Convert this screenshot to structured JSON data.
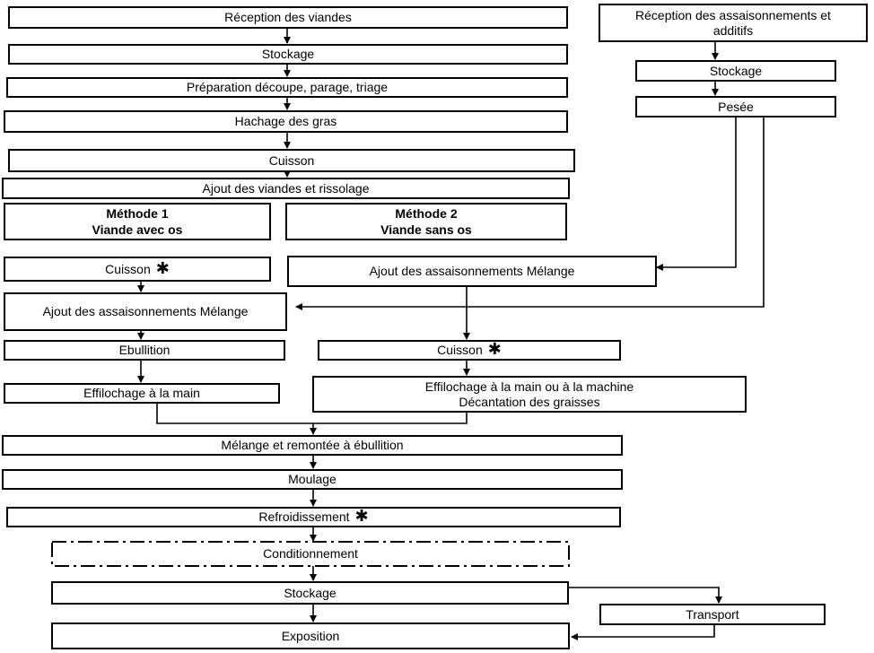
{
  "nodes": {
    "reception_viandes": "Réception des viandes",
    "stockage_1": "Stockage",
    "preparation": "Préparation découpe, parage, triage",
    "hachage": "Hachage des gras",
    "cuisson_1": "Cuisson",
    "ajout_viandes": "Ajout des viandes et rissolage",
    "methode1_title": "Méthode 1",
    "methode1_sub": "Viande avec os",
    "methode2_title": "Méthode 2",
    "methode2_sub": "Viande sans os",
    "m1_cuisson": "Cuisson",
    "m1_ajout": "Ajout des assaisonnements Mélange",
    "m1_ebullition": "Ebullition",
    "m1_effilochage": "Effilochage à la main",
    "m2_ajout": "Ajout des assaisonnements Mélange",
    "m2_cuisson": "Cuisson",
    "m2_effilochage_1": "Effilochage à la main ou à la machine",
    "m2_effilochage_2": "Décantation des graisses",
    "melange": "Mélange et remontée à ébullition",
    "moulage": "Moulage",
    "refroidissement": "Refroidissement",
    "conditionnement": "Conditionnement",
    "stockage_2": "Stockage",
    "transport": "Transport",
    "exposition": "Exposition",
    "reception_assais_1": "Réception des assaisonnements et",
    "reception_assais_2": "additifs",
    "stockage_assais": "Stockage",
    "pesee": "Pesée"
  },
  "critical_marker": "✱"
}
